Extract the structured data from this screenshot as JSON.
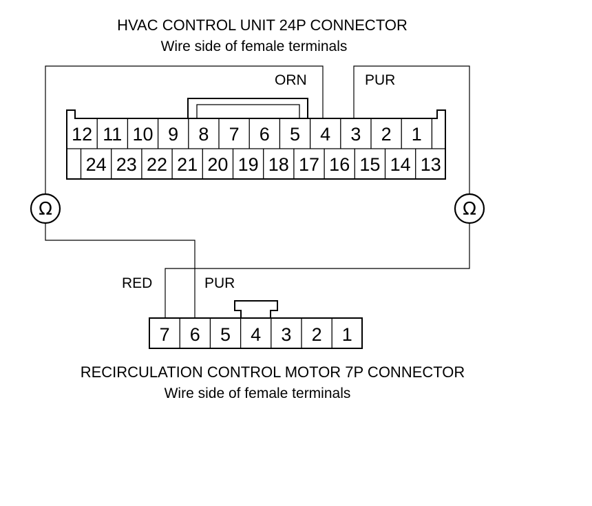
{
  "top_connector": {
    "title": "HVAC CONTROL UNIT 24P CONNECTOR",
    "subtitle": "Wire side of female terminals",
    "row1": [
      "12",
      "11",
      "10",
      "9",
      "8",
      "7",
      "6",
      "5",
      "4",
      "3",
      "2",
      "1"
    ],
    "row2": [
      "",
      "24",
      "23",
      "22",
      "21",
      "20",
      "19",
      "18",
      "17",
      "16",
      "15",
      "14",
      "13"
    ]
  },
  "bottom_connector": {
    "title": "RECIRCULATION CONTROL MOTOR 7P CONNECTOR",
    "subtitle": "Wire side of female terminals",
    "pins": [
      "7",
      "6",
      "5",
      "4",
      "3",
      "2",
      "1"
    ]
  },
  "wire_labels": {
    "orn": "ORN",
    "pur_top": "PUR",
    "red": "RED",
    "pur_bottom": "PUR"
  },
  "meters": {
    "left_symbol": "Ω",
    "right_symbol": "Ω"
  }
}
